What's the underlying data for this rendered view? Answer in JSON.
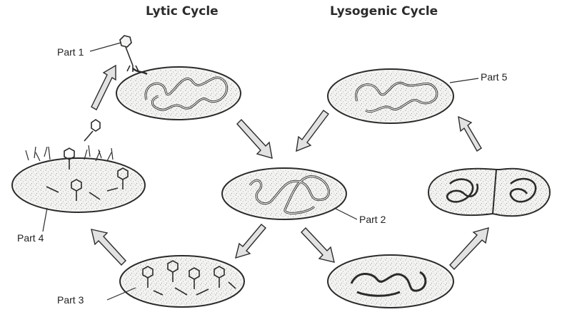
{
  "titles": {
    "lytic": "Lytic Cycle",
    "lysogenic": "Lysogenic Cycle"
  },
  "labels": {
    "part1": "Part 1",
    "part2": "Part 2",
    "part3": "Part 3",
    "part4": "Part 4",
    "part5": "Part 5"
  },
  "colors": {
    "ink": "#2b2b2b",
    "cell_fill": "#f2f2f0",
    "stipple": "#6a6a6a",
    "arrow_fill": "#dcdcdc"
  }
}
